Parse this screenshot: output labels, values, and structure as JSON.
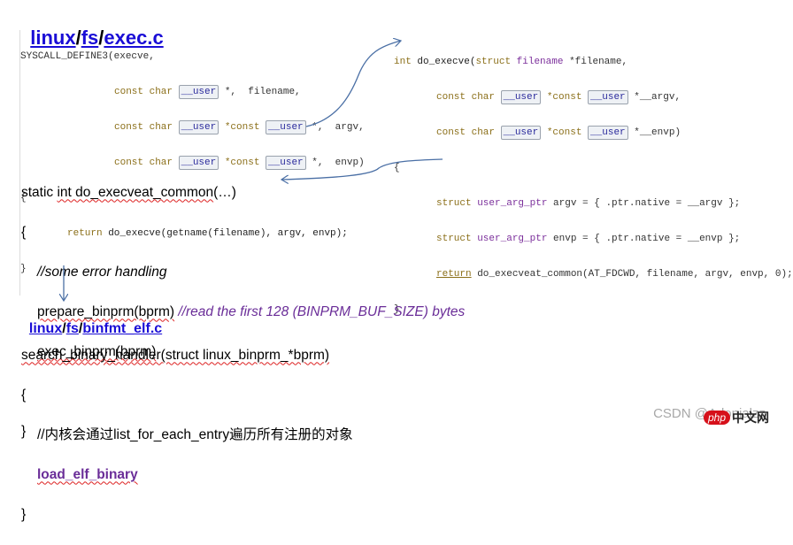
{
  "top_path": {
    "parts": [
      "linux",
      "fs",
      "exec.c"
    ],
    "separator": "/"
  },
  "syscall_block": {
    "line1": "SYSCALL_DEFINE3(execve,",
    "line2_kw": "const char",
    "line2_user": "__user",
    "line2_rest": " *,  filename,",
    "line3_kw": "const char",
    "line3_user": "__user",
    "line3_mid": " *const ",
    "line3_user2": "__user",
    "line3_rest": " *,  argv,",
    "line4_kw": "const char",
    "line4_user": "__user",
    "line4_mid": " *const ",
    "line4_user2": "__user",
    "line4_rest": " *,  envp)",
    "open_brace": "{",
    "return_kw": "return",
    "return_rest": " do_execve(getname(filename), argv, envp);",
    "close_brace": "}"
  },
  "do_execve_block": {
    "line1_kw": "int",
    "line1_fn": " do_execve(",
    "line1_struct": "struct",
    "line1_type": " filename",
    "line1_rest": " *filename,",
    "line2_kw": "const char",
    "line2_user": "__user",
    "line2_mid": " *const ",
    "line2_user2": "__user",
    "line2_rest": " *__argv,",
    "line3_kw": "const char",
    "line3_user": "__user",
    "line3_mid": " *const ",
    "line3_user2": "__user",
    "line3_rest": " *__envp)",
    "open_brace": "{",
    "line4_struct": "struct",
    "line4_type": " user_arg_ptr",
    "line4_rest": " argv = { .ptr.native = __argv };",
    "line5_struct": "struct",
    "line5_type": " user_arg_ptr",
    "line5_rest": " envp = { .ptr.native = __envp };",
    "line6_kw": "return",
    "line6_rest": " do_execveat_common(AT_FDCWD, filename, argv, envp, 0);",
    "close_brace": "}"
  },
  "execveat_block": {
    "signature_pre": "static ",
    "signature_underlined": "int do_execveat_common",
    "signature_post": "(…)",
    "open_brace": "{",
    "comment1": "//some error handling",
    "call1": "prepare_binprm(bprm)",
    "call1_comment": " //read the first 128 (BINPRM_BUF_SIZE) bytes",
    "call2": "exec_binprm(bprm)",
    "close_brace": "}"
  },
  "second_path": {
    "parts": [
      "linux",
      "fs",
      "binfmt_elf.c"
    ],
    "separator": "/"
  },
  "search_block": {
    "signature": "search_binary_handler(struct linux_binprm_*bprm)",
    "open_brace": "{",
    "comment": "//内核会通过list_for_each_entry遍历所有注册的对象",
    "call": "load_elf_binary",
    "close_brace": "}"
  },
  "watermark": {
    "text": "CSDN @Adonialzz",
    "logo_badge": "php",
    "logo_text": "中文网"
  },
  "colors": {
    "link": "#1a0dd6",
    "keyword": "#8b6f19",
    "type": "#7b2f9b",
    "comment_purple": "#6a2d98",
    "arrow": "#4a6fa5"
  }
}
